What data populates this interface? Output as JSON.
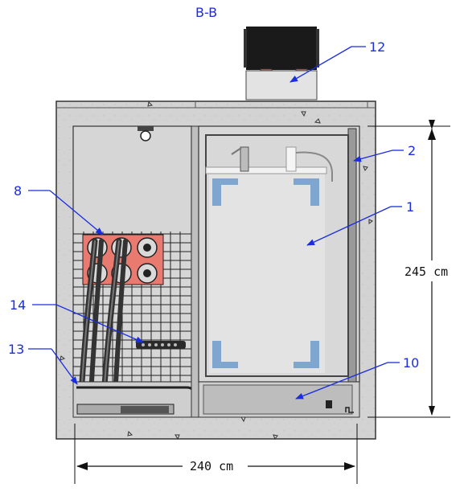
{
  "section_title": "B-B",
  "dimensions": {
    "height": "245 cm",
    "width": "240 cm"
  },
  "callouts": [
    "12",
    "2",
    "1",
    "8",
    "14",
    "13",
    "10"
  ],
  "colors": {
    "concrete": "#d3d3d3",
    "callout": "#1a2de0",
    "bracket": "#7fa6cf",
    "grid": "#222222",
    "fan": "#e87a70"
  }
}
